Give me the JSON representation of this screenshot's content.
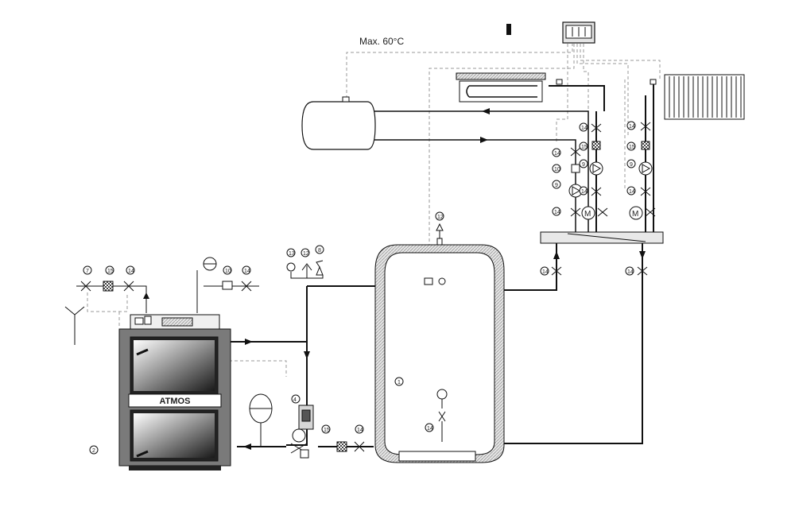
{
  "temperature_note": "Max. 60°C",
  "boiler_brand": "ATMOS",
  "motor_label": "M",
  "callouts": {
    "tank": "1",
    "boiler": "2",
    "thermometer": "12",
    "manometer": "13",
    "safety_valve": "8",
    "ball_valve": "14",
    "filter": "15",
    "pump": "9",
    "check_valve": "10",
    "thermostatic_valve": "7",
    "mixing_valve": "4"
  },
  "colors": {
    "pipe": "#111111",
    "signal_wire": "#9a9a9a",
    "insulation": "#c8c8c8",
    "boiler_body": "#7a7a7a"
  }
}
